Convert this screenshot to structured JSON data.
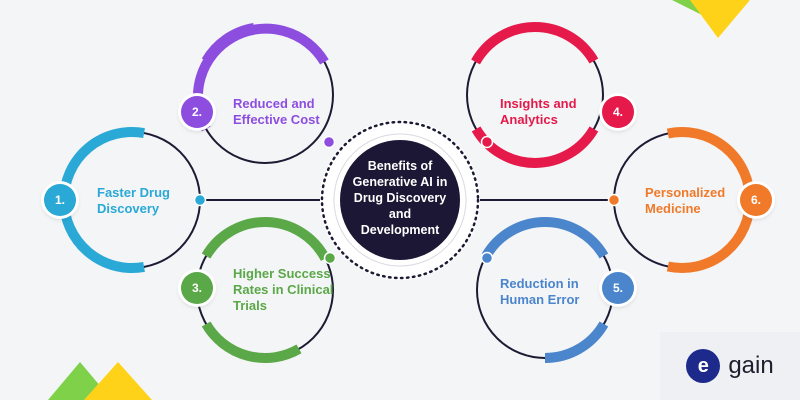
{
  "center": {
    "title": "Benefits of\nGenerative AI in\nDrug Discovery\nand\nDevelopment"
  },
  "benefits": [
    {
      "number": "1.",
      "label": "Faster Drug\nDiscovery",
      "color": "#2aa8d6"
    },
    {
      "number": "2.",
      "label": "Reduced and\nEffective Cost",
      "color": "#8d4ee0"
    },
    {
      "number": "3.",
      "label": "Higher Success\nRates in Clinical\nTrials",
      "color": "#5aa847"
    },
    {
      "number": "4.",
      "label": "Insights and\nAnalytics",
      "color": "#e5194a"
    },
    {
      "number": "5.",
      "label": "Reduction in\nHuman Error",
      "color": "#4b85cc"
    },
    {
      "number": "6.",
      "label": "Personalized\nMedicine",
      "color": "#f07a2a"
    }
  ],
  "logo": {
    "bracket_letter": "e",
    "text": "gain"
  },
  "colors": {
    "background": "#f4f5f7",
    "center_fill": "#1b1734",
    "ring_dark": "#1d1a33",
    "accent_green": "#7fd14a",
    "accent_yellow": "#ffd21a"
  }
}
